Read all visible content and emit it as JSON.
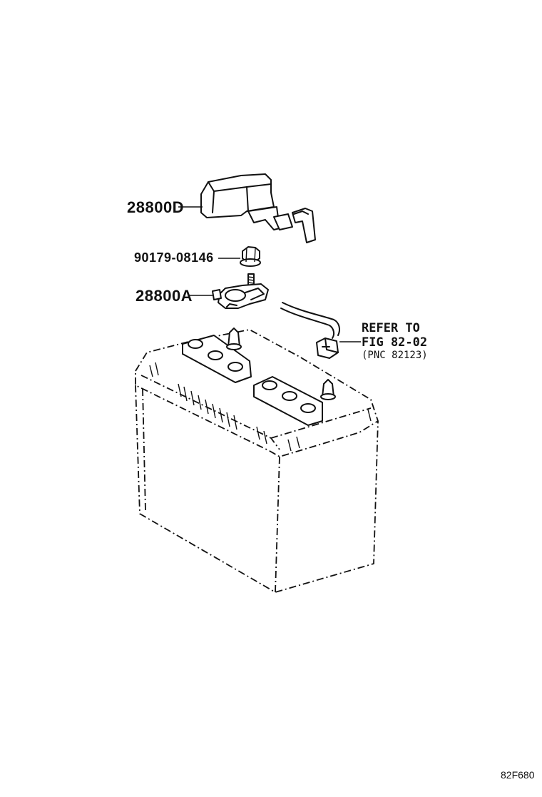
{
  "parts": {
    "cover": "28800D",
    "nut": "90179-08146",
    "clamp": "28800A"
  },
  "reference": {
    "line1": "REFER TO",
    "line2": "FIG 82-02",
    "line3": "(PNC 82123)"
  },
  "figure_code": "82F680"
}
